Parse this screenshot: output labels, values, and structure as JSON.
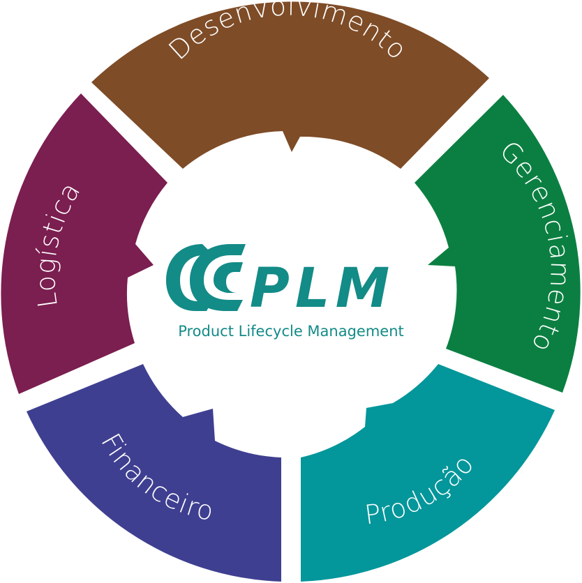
{
  "segments": [
    {
      "id": "desenvolvimento",
      "label": "Desenvolvimento",
      "color": "#7E4C27"
    },
    {
      "id": "gerenciamento",
      "label": "Gerenciamento",
      "color": "#0B7F41"
    },
    {
      "id": "producao",
      "label": "Produção",
      "color": "#03969A"
    },
    {
      "id": "financeiro",
      "label": "Financeiro",
      "color": "#3F3F91"
    },
    {
      "id": "logistica",
      "label": "Logística",
      "color": "#7B1E50"
    }
  ],
  "logo": {
    "title": "PLM",
    "subtitle": "Product Lifecycle Management",
    "color": "#138B87"
  }
}
